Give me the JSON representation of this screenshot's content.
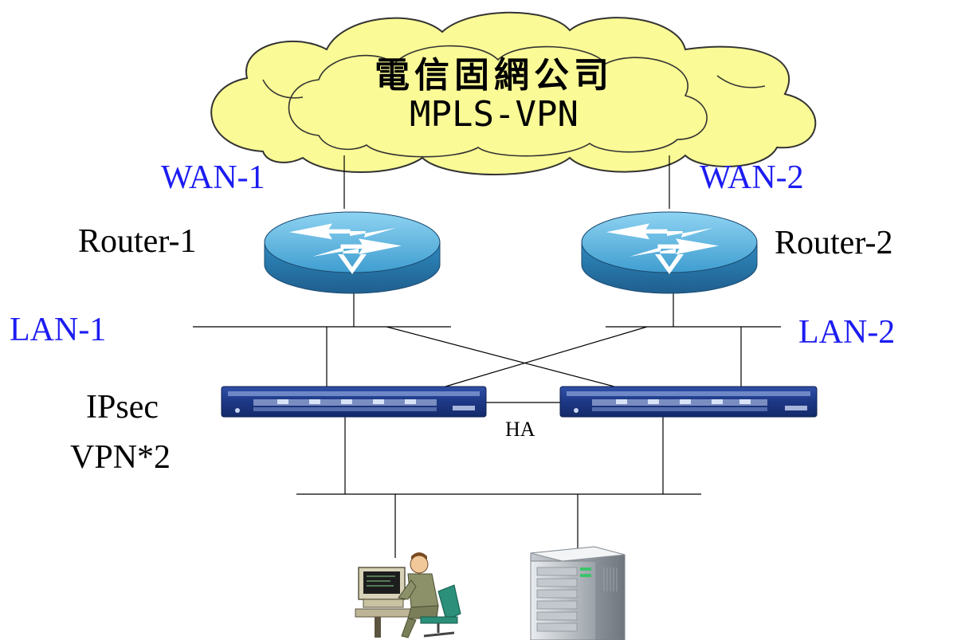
{
  "cloud": {
    "line1": "電信固網公司",
    "line2": "MPLS-VPN"
  },
  "wan": {
    "left": "WAN-1",
    "right": "WAN-2"
  },
  "routers": {
    "left": "Router-1",
    "right": "Router-2"
  },
  "lan": {
    "left": "LAN-1",
    "right": "LAN-2"
  },
  "vpn": {
    "line1": "IPsec",
    "line2": "VPN*2"
  },
  "ha_label": "HA",
  "colors": {
    "cloud_fill": "#fafa96",
    "label_blue": "#1c1cf2",
    "router_blue": "#3ba0d0",
    "firewall_blue": "#1e3d8f"
  }
}
